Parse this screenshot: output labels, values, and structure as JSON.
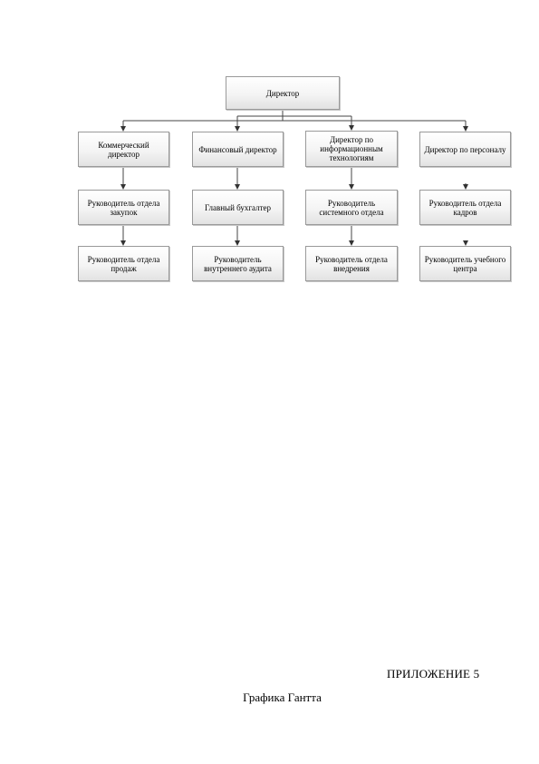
{
  "org_chart": {
    "root": "Директор",
    "departments": [
      {
        "head": "Коммерческий директор",
        "units": [
          "Руководитель отдела закупок",
          "Руководитель отдела продаж"
        ]
      },
      {
        "head": "Финансовый директор",
        "units": [
          "Главный бухгалтер",
          "Руководитель внутреннего аудита"
        ]
      },
      {
        "head": "Директор по информационным технологиям",
        "units": [
          "Руководитель системного отдела",
          "Руководитель отдела внедрения"
        ]
      },
      {
        "head": "Директор по персоналу",
        "units": [
          "Руководитель отдела кадров",
          "Руководитель учебного центра"
        ]
      }
    ]
  },
  "footer": {
    "appendix": "ПРИЛОЖЕНИЕ 5",
    "caption": "Графика Гантта"
  }
}
